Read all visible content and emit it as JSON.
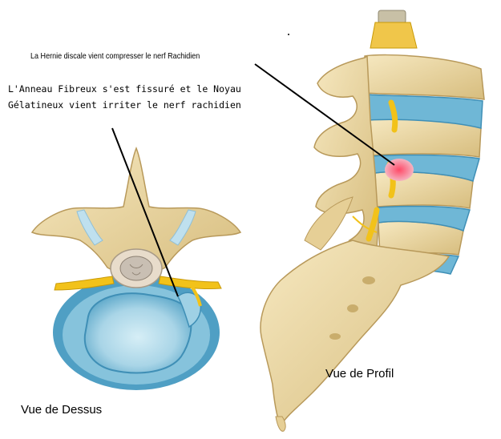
{
  "annotations": {
    "hernia_label": "La Hernie discale vient compresser le nerf Rachidien",
    "annulus_line1": "L'Anneau Fibreux s'est fissuré et le Noyau",
    "annulus_line2": "Gélatineux vient irriter le nerf rachidien",
    "side_view_label": "Vue de Profil",
    "top_view_label": "Vue de Dessus"
  },
  "colors": {
    "bone": "#ecd9a6",
    "bone_shadow": "#c9ad6c",
    "disc_blue": "#6fb7d6",
    "disc_light": "#bfe2ef",
    "nerve_yellow": "#f2c21a",
    "hernia_red": "#e2304a",
    "spinal_cord": "#c9bfb3"
  },
  "icons": [
    "vertebra-top-view",
    "lumbar-spine-side-view"
  ]
}
